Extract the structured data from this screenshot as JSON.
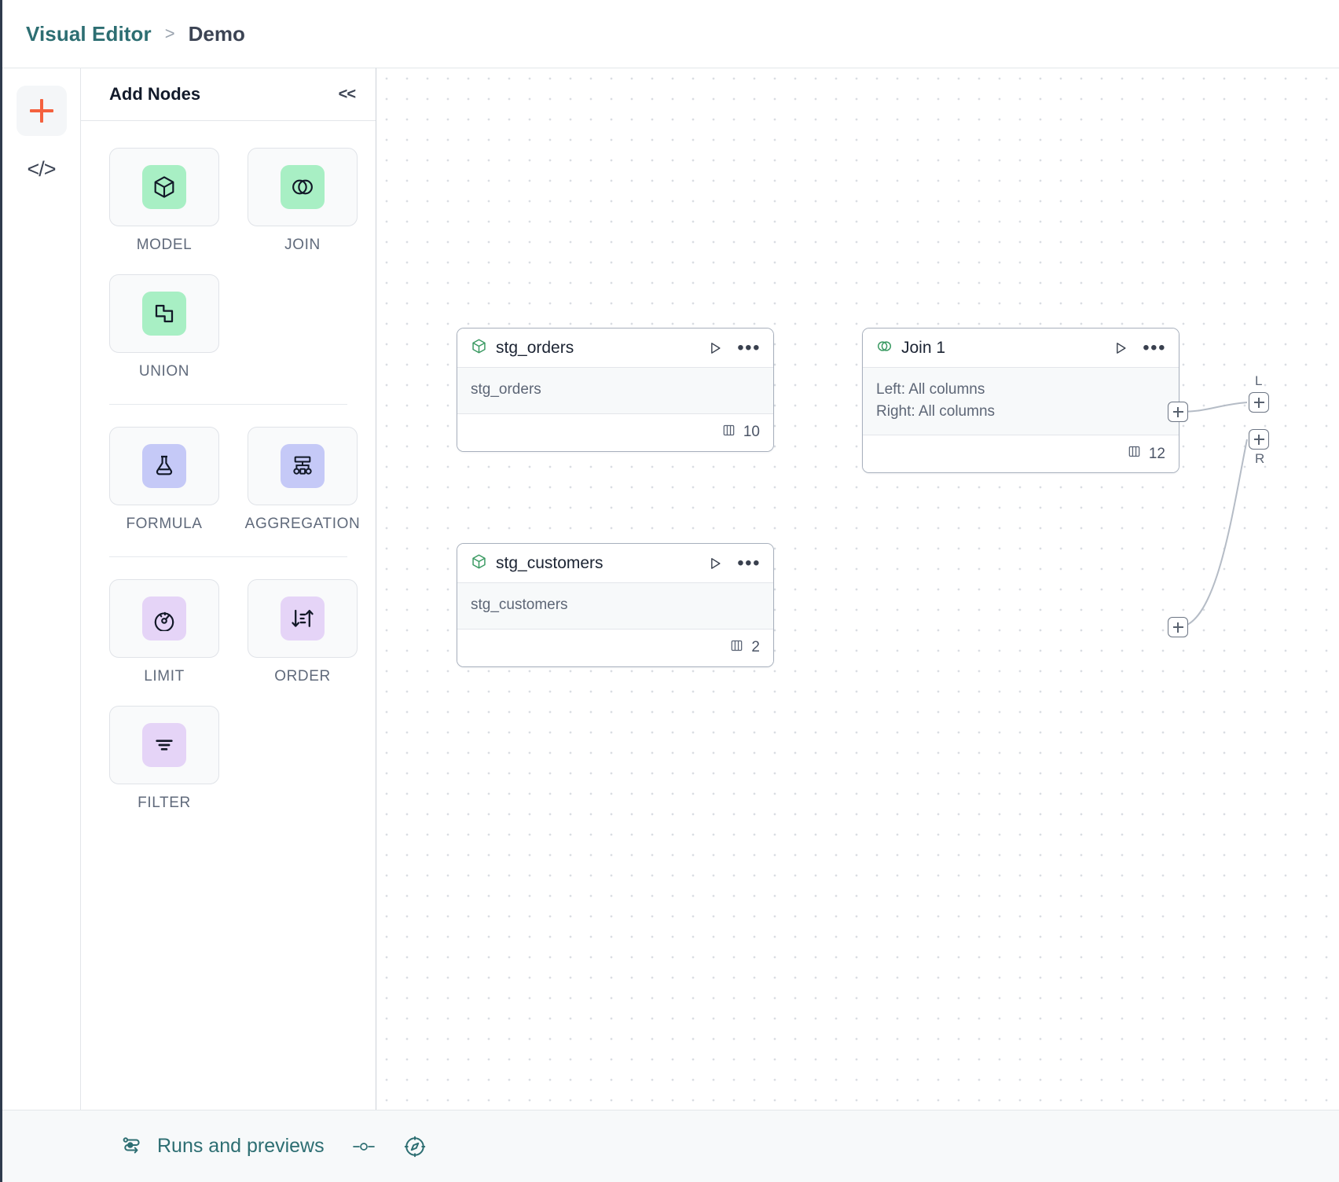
{
  "breadcrumb": {
    "root": "Visual Editor",
    "separator": ">",
    "leaf": "Demo"
  },
  "rail": {
    "add_icon": "plus-icon",
    "code_icon": "code-icon",
    "code_label": "</>"
  },
  "panel": {
    "title": "Add Nodes",
    "collapse_label": "<<",
    "groups": [
      {
        "items": [
          {
            "label": "MODEL",
            "icon": "cube-icon",
            "swatch": "#a8efc4"
          },
          {
            "label": "JOIN",
            "icon": "venn-icon",
            "swatch": "#a8efc4"
          },
          {
            "label": "UNION",
            "icon": "union-shapes-icon",
            "swatch": "#a8efc4"
          }
        ]
      },
      {
        "items": [
          {
            "label": "FORMULA",
            "icon": "flask-icon",
            "swatch": "#c5c9f7"
          },
          {
            "label": "AGGREGATION",
            "icon": "hierarchy-icon",
            "swatch": "#c5c9f7"
          }
        ]
      },
      {
        "items": [
          {
            "label": "LIMIT",
            "icon": "gauge-icon",
            "swatch": "#e5d4f7"
          },
          {
            "label": "ORDER",
            "icon": "sort-icon",
            "swatch": "#e5d4f7"
          },
          {
            "label": "FILTER",
            "icon": "filter-lines-icon",
            "swatch": "#e5d4f7"
          }
        ]
      }
    ]
  },
  "canvas": {
    "nodes": [
      {
        "id": "stg_orders",
        "title": "stg_orders",
        "icon": "cube-icon",
        "body_lines": [
          "stg_orders"
        ],
        "columns": "10",
        "run_icon": "play-icon",
        "menu_icon": "more-options-icon",
        "columns_icon": "columns-icon"
      },
      {
        "id": "stg_customers",
        "title": "stg_customers",
        "icon": "cube-icon",
        "body_lines": [
          "stg_customers"
        ],
        "columns": "2",
        "run_icon": "play-icon",
        "menu_icon": "more-options-icon",
        "columns_icon": "columns-icon"
      },
      {
        "id": "join_1",
        "title": "Join 1",
        "icon": "venn-icon",
        "body_lines": [
          "Left: All columns",
          "Right: All columns"
        ],
        "columns": "12",
        "run_icon": "play-icon",
        "menu_icon": "more-options-icon",
        "columns_icon": "columns-icon"
      }
    ],
    "handles": {
      "left_tag": "L",
      "right_tag": "R",
      "plus": "+"
    }
  },
  "bottom_bar": {
    "runs_label": "Runs and previews",
    "runs_icon": "runs-flow-icon",
    "toggle_icon": "slider-toggle-icon",
    "compass_icon": "compass-icon"
  },
  "colors": {
    "accent_teal": "#2d6e72",
    "accent_orange": "#f4613e",
    "node_green": "#3a9a62",
    "mint": "#a8efc4",
    "periwinkle": "#c5c9f7",
    "lilac": "#e5d4f7"
  }
}
